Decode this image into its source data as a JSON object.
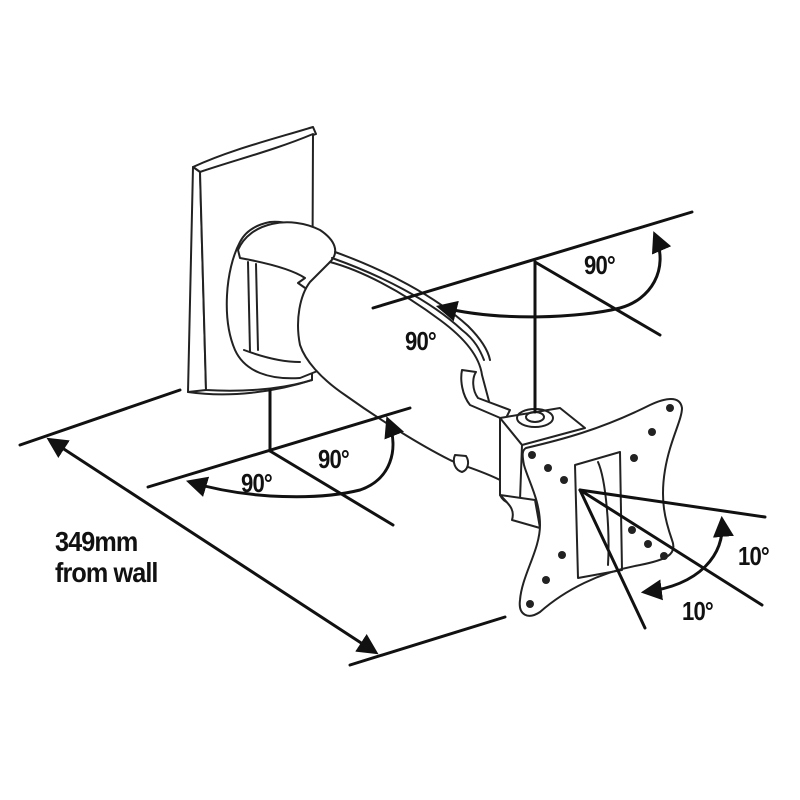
{
  "diagram": {
    "subject": "TV wall mount arm with swivel and tilt ranges",
    "colors": {
      "line": "#111111",
      "background": "#ffffff"
    },
    "labels": {
      "top_swivel_right": "90°",
      "top_swivel_left": "90°",
      "wall_swivel_left": "90°",
      "wall_swivel_right": "90°",
      "tilt_up": "10°",
      "tilt_down": "10°",
      "distance_value": "349mm",
      "distance_caption": "from wall"
    },
    "parts": [
      "wall-plate",
      "arm-joint-wall",
      "arm",
      "head-joint",
      "vesa-plate"
    ]
  }
}
